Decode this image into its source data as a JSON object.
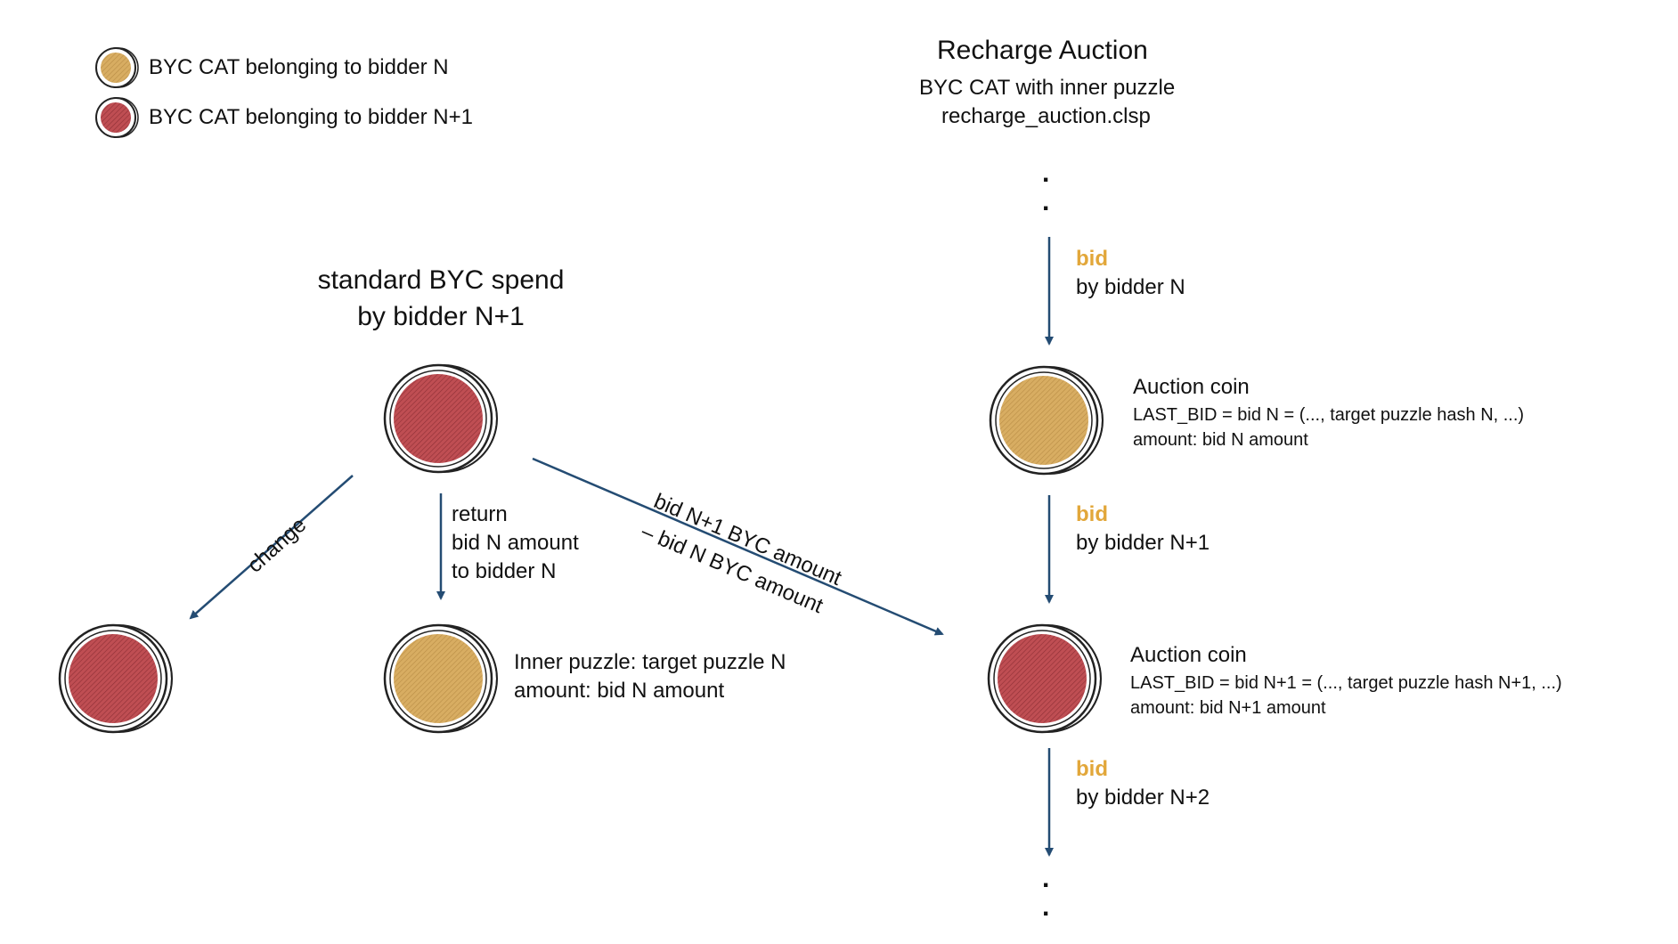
{
  "colors": {
    "gold": "#d8ad62",
    "red": "#b9474d",
    "arrow": "#244c73",
    "bid_label": "#e2a73a"
  },
  "legend": {
    "gold_label": "BYC CAT belonging to bidder N",
    "red_label": "BYC CAT belonging to bidder N+1"
  },
  "auction": {
    "title": "Recharge Auction",
    "subtitle1": "BYC CAT with inner puzzle",
    "subtitle2": "recharge_auction.clsp",
    "dots": ".",
    "step1": {
      "bid": "bid",
      "by": "by bidder N"
    },
    "coin1": {
      "title": "Auction coin",
      "last_bid": "LAST_BID = bid N = (..., target puzzle hash N, ...)",
      "amount": "amount: bid N amount"
    },
    "step2": {
      "bid": "bid",
      "by": "by bidder N+1"
    },
    "coin2": {
      "title": "Auction coin",
      "last_bid": "LAST_BID = bid N+1 = (..., target puzzle hash N+1, ...)",
      "amount": "amount: bid N+1 amount"
    },
    "step3": {
      "bid": "bid",
      "by": "by bidder N+2"
    }
  },
  "spend": {
    "title_line1": "standard BYC spend",
    "title_line2": "by bidder N+1",
    "change_label": "change",
    "return_line1": "return",
    "return_line2": "bid N amount",
    "return_line3": "to bidder N",
    "diag_line1": "bid N+1 BYC amount",
    "diag_line2": "– bid N BYC amount",
    "inner_line1": "Inner puzzle: target puzzle N",
    "inner_line2": "amount: bid N amount"
  }
}
